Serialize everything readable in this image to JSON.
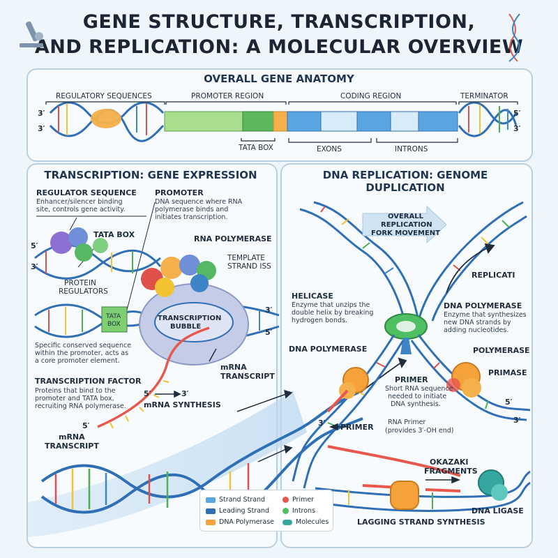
{
  "title_line1": "GENE STRUCTURE, TRANSCRIPTION,",
  "title_line2": "AND REPLICATION: A MOLECULAR OVERVIEW",
  "anatomy": {
    "title": "OVERALL GENE ANATOMY",
    "regulatory": "REGULATORY SEQUENCES",
    "promoter": "PROMOTER REGION",
    "coding": "CODING REGION",
    "terminator": "TERMINATOR",
    "tata_box": "TATA BOX",
    "exons": "EXONS",
    "introns": "INTRONS",
    "end_3": "3′",
    "end_5": "5′"
  },
  "transcription": {
    "title": "TRANSCRIPTION: GENE EXPRESSION",
    "regulator_title": "REGULATOR SEQUENCE",
    "regulator_desc": [
      "Enhancer/silencer binding",
      "site, controls gene activity."
    ],
    "promoter_title": "PROMOTER",
    "promoter_desc": [
      "DNA sequence where RNA",
      "polymerase binds and",
      "initiates transcription."
    ],
    "tata_box": "TATA BOX",
    "rna_polymerase": "RNA POLYMERASE",
    "template_strand": [
      "TEMPLATE",
      "STRAND ISS"
    ],
    "protein_regulators": [
      "PROTEIN",
      "REGULATORS"
    ],
    "tata_box_inner": [
      "TATA",
      "BOX"
    ],
    "bubble": [
      "TRANSCRIPTION",
      "BUBBLE"
    ],
    "specific_desc": [
      "Specific conserved sequence",
      "within the promoter, acts as",
      "a core promoter element."
    ],
    "factor_title": "TRANSCRIPTION FACTOR",
    "factor_desc": [
      "Proteins that bind to the",
      "promoter and TATA box,",
      "recruiting RNA polymerase."
    ],
    "mrna_transcript": [
      "mRNA",
      "TRANSCRIPT"
    ],
    "mrna_synthesis": "mRNA SYNTHESIS",
    "synth_5": "5′",
    "synth_3": "3′",
    "mrna_end_5": "5′",
    "mrna_label_left": [
      "mRNA",
      "TRANSCRIPT"
    ],
    "end_5a": "5′",
    "end_3a": "3′",
    "end_3b": "3′",
    "end_5b": "5′"
  },
  "replication": {
    "title": "DNA REPLICATION: GENOME DUPLICATION",
    "fork": [
      "OVERALL",
      "REPLICATION",
      "FORK MOVEMENT"
    ],
    "replicati": "REPLICATI",
    "helicase_title": "HELICASE",
    "helicase_desc": [
      "Enzyme that unzips the",
      "double helix by breaking",
      "hydrogen bonds."
    ],
    "dnapol_right_title": "DNA POLYMERASE",
    "dnapol_right_desc": [
      "Enzyme that synthesizes",
      "new DNA strands by",
      "adding nucleotides."
    ],
    "dnapol_left": "DNA POLYMERASE",
    "polymerase": "POLYMERASE",
    "primase": "PRIMASE",
    "primer_title": "PRIMER",
    "primer_desc": [
      "Short RNA sequence",
      "needed to initiate",
      "DNA synthesis."
    ],
    "primer2": "PRIMER",
    "rna_primer": [
      "RNA Primer",
      "(provides 3′-OH end)"
    ],
    "okazaki": [
      "OKAZAKI",
      "FRAGMENTS"
    ],
    "ligase": "DNA LIGASE",
    "lagging": "LAGGING STRAND SYNTHESIS",
    "end_3": "3′",
    "end_5": "5′",
    "end_3b": "3′"
  },
  "legend": {
    "strand": "Strand Strand",
    "leading": "Leading Strand",
    "dnapol": "DNA Polymerase",
    "primer": "Primer",
    "introns": "Introns",
    "molecules": "Molecules"
  },
  "colors": {
    "backbone": "#2f6fb6",
    "rung_red": "#e0504a",
    "rung_yellow": "#f1c232",
    "rung_green": "#4caf50",
    "rung_blue": "#3d85c6",
    "promoter_green": "#8fd17a",
    "tata_orange": "#f4b04a",
    "exon_blue": "#5aa6e0",
    "intron_light": "#d8ebf8",
    "polymerase_blob": "#c5cce8",
    "primer_red": "#e8574c",
    "helicase_green": "#4fbf63",
    "primase_orange": "#f6a23a"
  }
}
